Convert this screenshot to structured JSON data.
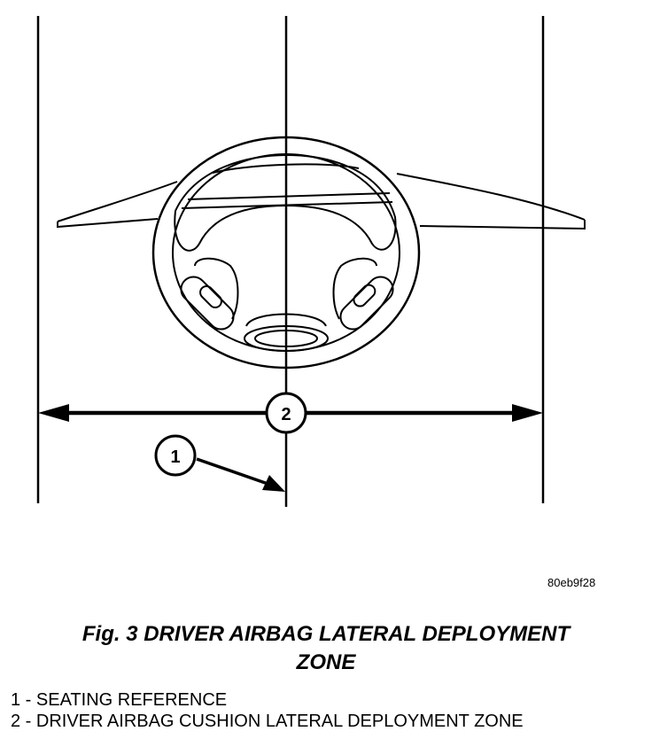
{
  "figure": {
    "code": "80eb9f28",
    "caption_line1": "Fig. 3 DRIVER AIRBAG LATERAL DEPLOYMENT",
    "caption_line2": "ZONE"
  },
  "callouts": [
    {
      "number": "1",
      "label": "SEATING REFERENCE"
    },
    {
      "number": "2",
      "label": "DRIVER AIRBAG CUSHION LATERAL DEPLOYMENT ZONE"
    }
  ],
  "legend": [
    "1 - SEATING REFERENCE",
    "2 - DRIVER AIRBAG CUSHION LATERAL DEPLOYMENT ZONE"
  ]
}
